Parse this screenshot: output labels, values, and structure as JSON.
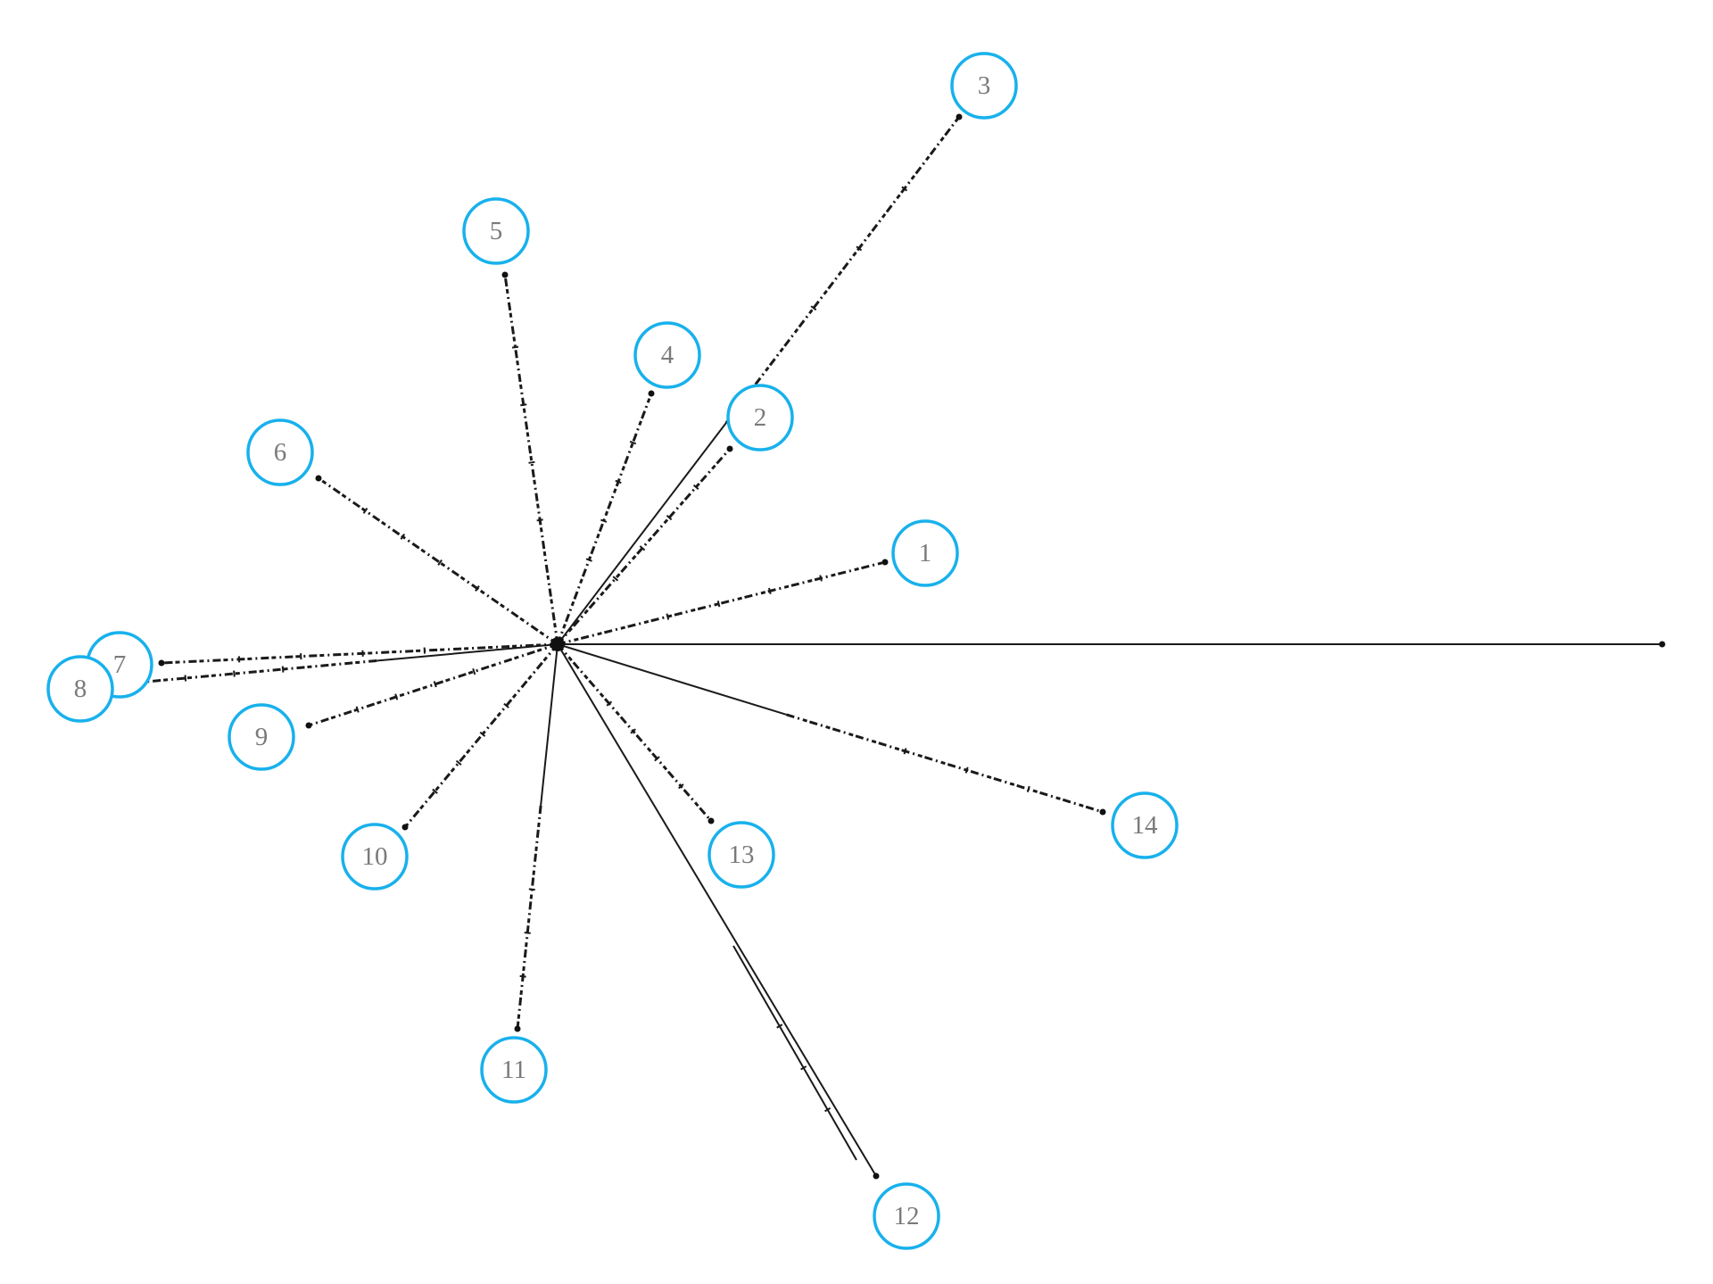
{
  "diagram": {
    "type": "radial-star-network",
    "colors": {
      "node_outline": "#18b1ec",
      "node_label": "#7a7a7a",
      "branch_line": "#1a1a1a",
      "background": "#ffffff"
    },
    "hub": {
      "name": "central-hub"
    },
    "nodes": [
      {
        "id": "1",
        "label": "1",
        "branch_style": "dashed"
      },
      {
        "id": "2",
        "label": "2",
        "branch_style": "dashed"
      },
      {
        "id": "3",
        "label": "3",
        "branch_style": "solid-then-dashed"
      },
      {
        "id": "4",
        "label": "4",
        "branch_style": "dashed"
      },
      {
        "id": "5",
        "label": "5",
        "branch_style": "dashed"
      },
      {
        "id": "6",
        "label": "6",
        "branch_style": "dashed"
      },
      {
        "id": "7",
        "label": "7",
        "branch_style": "dashed"
      },
      {
        "id": "8",
        "label": "8",
        "branch_style": "solid-then-dashed"
      },
      {
        "id": "9",
        "label": "9",
        "branch_style": "dashed"
      },
      {
        "id": "10",
        "label": "10",
        "branch_style": "dashed"
      },
      {
        "id": "11",
        "label": "11",
        "branch_style": "solid-then-dashed"
      },
      {
        "id": "12",
        "label": "12",
        "branch_style": "solid-pair"
      },
      {
        "id": "13",
        "label": "13",
        "branch_style": "dashed"
      },
      {
        "id": "14",
        "label": "14",
        "branch_style": "solid-then-dashed"
      }
    ],
    "unlabeled_branches": [
      {
        "id": "long-east-branch",
        "branch_style": "solid"
      }
    ]
  }
}
